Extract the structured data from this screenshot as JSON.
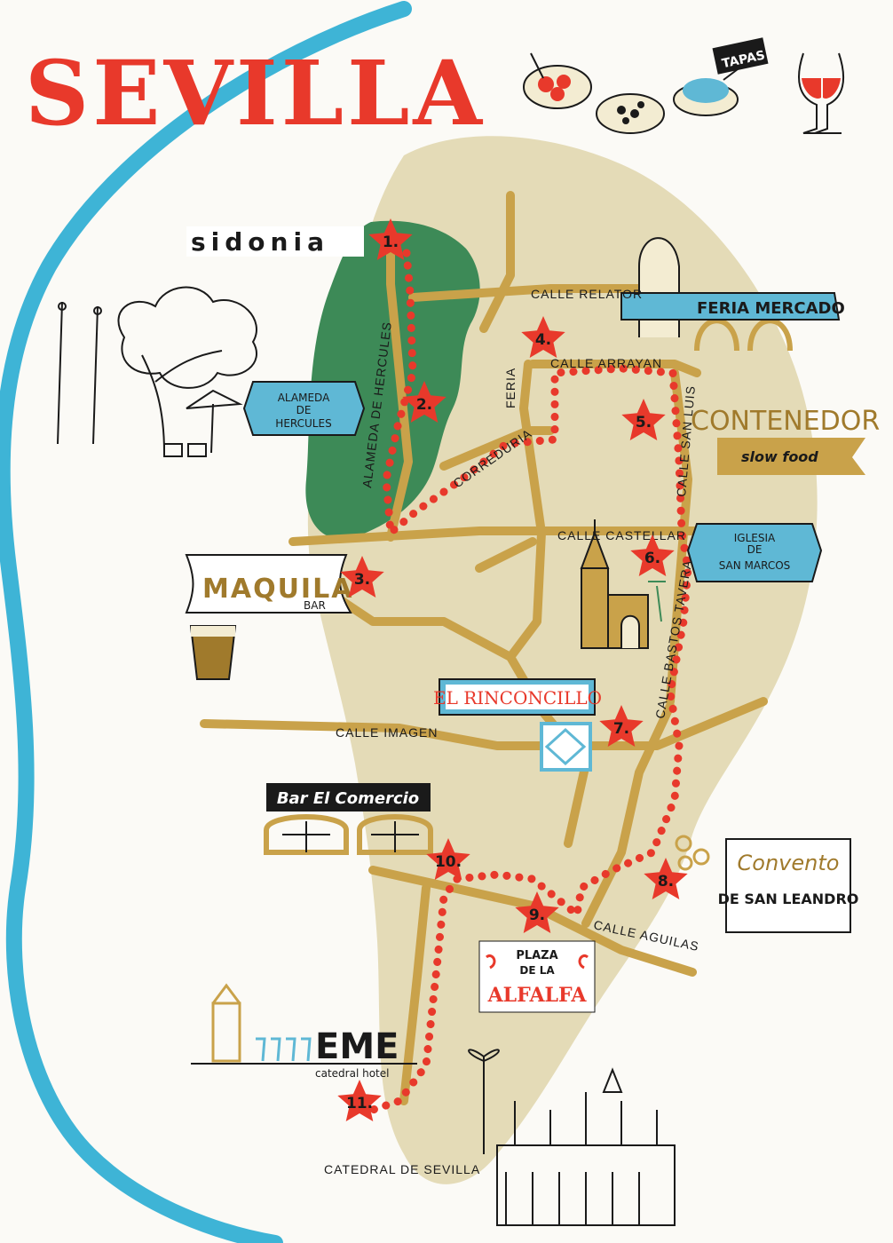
{
  "title": "SEVILLA",
  "colors": {
    "river": "#3eb4d6",
    "district": "#e4dbb7",
    "street": "#c9a24a",
    "park": "#3d8a57",
    "route": "#e8392b",
    "stop_star": "#e8392b",
    "title": "#e8392b"
  },
  "streets": {
    "calle_relator": "CALLE RELATOR",
    "calle_arrayan": "CALLE ARRAYAN",
    "feria": "FERIA",
    "alameda_de_hercules": "ALAMEDA DE HERCULES",
    "calle_san_luis": "CALLE SAN LUIS",
    "correduria": "CORREDURIA",
    "calle_castellar": "CALLE CASTELLAR",
    "calle_bastos_tavera": "CALLE BASTOS TAVERA",
    "calle_imagen": "CALLE IMAGEN",
    "calle_aguilas": "CALLE AGUILAS"
  },
  "places": {
    "sidonia": "sidonia",
    "alameda_badge": [
      "ALAMEDA",
      "DE",
      "HERCULES"
    ],
    "feria_mercado": "FERIA MERCADO",
    "contenedor": "CONTENEDOR",
    "contenedor_sub": "slow food",
    "iglesia_badge": [
      "IGLESIA",
      "DE",
      "SAN MARCOS"
    ],
    "maquila": "MAQUILA",
    "maquila_sub": "BAR",
    "el_rinconcillo": "EL RINCONCILLO",
    "bar_el_comercio": "Bar El Comercio",
    "convento": "Convento",
    "convento_sub": "DE SAN LEANDRO",
    "plaza_alfalfa_top": "PLAZA",
    "plaza_alfalfa_mid": "DE LA",
    "plaza_alfalfa_main": "ALFALFA",
    "eme": "EME",
    "eme_sub": "catedral hotel",
    "catedral": "CATEDRAL DE SEVILLA",
    "tapas": "TAPAS"
  },
  "stops": [
    "1.",
    "2.",
    "3.",
    "4.",
    "5.",
    "6.",
    "7.",
    "8.",
    "9.",
    "10.",
    "11."
  ]
}
